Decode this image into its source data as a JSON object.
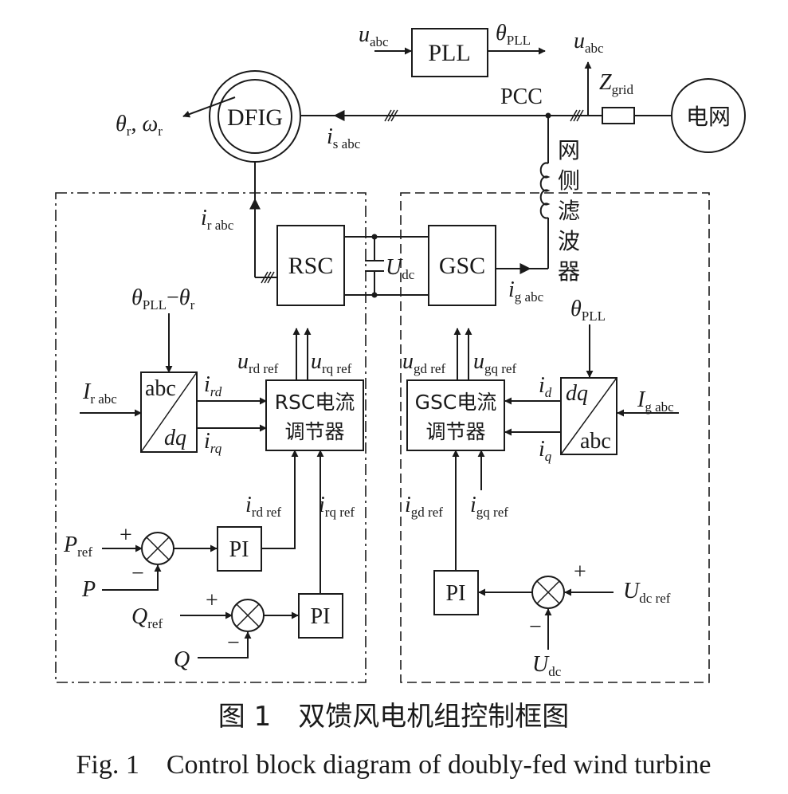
{
  "blocks": {
    "pll": "PLL",
    "dfig": "DFIG",
    "grid": "电网",
    "rsc": "RSC",
    "gsc": "GSC",
    "rsc_ctrl_line1": "RSC电流",
    "rsc_ctrl_line2": "调节器",
    "gsc_ctrl_line1": "GSC电流",
    "gsc_ctrl_line2": "调节器",
    "pi": "PI",
    "abc": "abc",
    "dq": "dq"
  },
  "signals": {
    "u_abc_in": {
      "main": "u",
      "sub": "abc"
    },
    "theta_pll_out": {
      "main": "θ",
      "sub": "PLL"
    },
    "u_abc_meas": {
      "main": "u",
      "sub": "abc"
    },
    "theta_r": {
      "main": "θ",
      "sub": "r"
    },
    "comma": ", ",
    "omega_r": {
      "main": "ω",
      "sub": "r"
    },
    "pcc": "PCC",
    "z_grid": {
      "main": "Z",
      "sub": "grid"
    },
    "i_s_abc": {
      "main": "i",
      "sub": "s abc"
    },
    "grid_filter": [
      "网",
      "侧",
      "滤",
      "波",
      "器"
    ],
    "i_r_abc": {
      "main": "i",
      "sub": "r abc"
    },
    "u_dc": {
      "main": "U",
      "sub": "dc"
    },
    "i_g_abc": {
      "main": "i",
      "sub": "g abc"
    },
    "theta_diff": {
      "a": "θ",
      "a_sub": "PLL",
      "minus": "−",
      "b": "θ",
      "b_sub": "r"
    },
    "u_rd_ref": {
      "main": "u",
      "sub": "rd ref"
    },
    "u_rq_ref": {
      "main": "u",
      "sub": "rq ref"
    },
    "u_gd_ref": {
      "main": "u",
      "sub": "gd ref"
    },
    "u_gq_ref": {
      "main": "u",
      "sub": "gq ref"
    },
    "theta_pll_gsc": {
      "main": "θ",
      "sub": "PLL"
    },
    "I_r_abc": {
      "main": "I",
      "sub": "r abc"
    },
    "i_rd": {
      "main": "i",
      "sub": "rd"
    },
    "i_rq": {
      "main": "i",
      "sub": "rq"
    },
    "i_d": {
      "main": "i",
      "sub": "d"
    },
    "i_q": {
      "main": "i",
      "sub": "q"
    },
    "I_g_abc": {
      "main": "I",
      "sub": "g abc"
    },
    "i_rd_ref": {
      "main": "i",
      "sub": "rd ref"
    },
    "i_rq_ref": {
      "main": "i",
      "sub": "rq ref"
    },
    "i_gd_ref": {
      "main": "i",
      "sub": "gd ref"
    },
    "i_gq_ref": {
      "main": "i",
      "sub": "gq ref"
    },
    "P_ref": {
      "main": "P",
      "sub": "ref"
    },
    "P": "P",
    "Q_ref": {
      "main": "Q",
      "sub": "ref"
    },
    "Q": "Q",
    "U_dc_ref": {
      "main": "U",
      "sub": "dc ref"
    },
    "U_dc": {
      "main": "U",
      "sub": "dc"
    },
    "plus": "+",
    "minus": "−"
  },
  "caption": {
    "cn": "图 1　双馈风电机组控制框图",
    "en": "Fig. 1　Control block diagram of doubly-fed wind turbine"
  }
}
